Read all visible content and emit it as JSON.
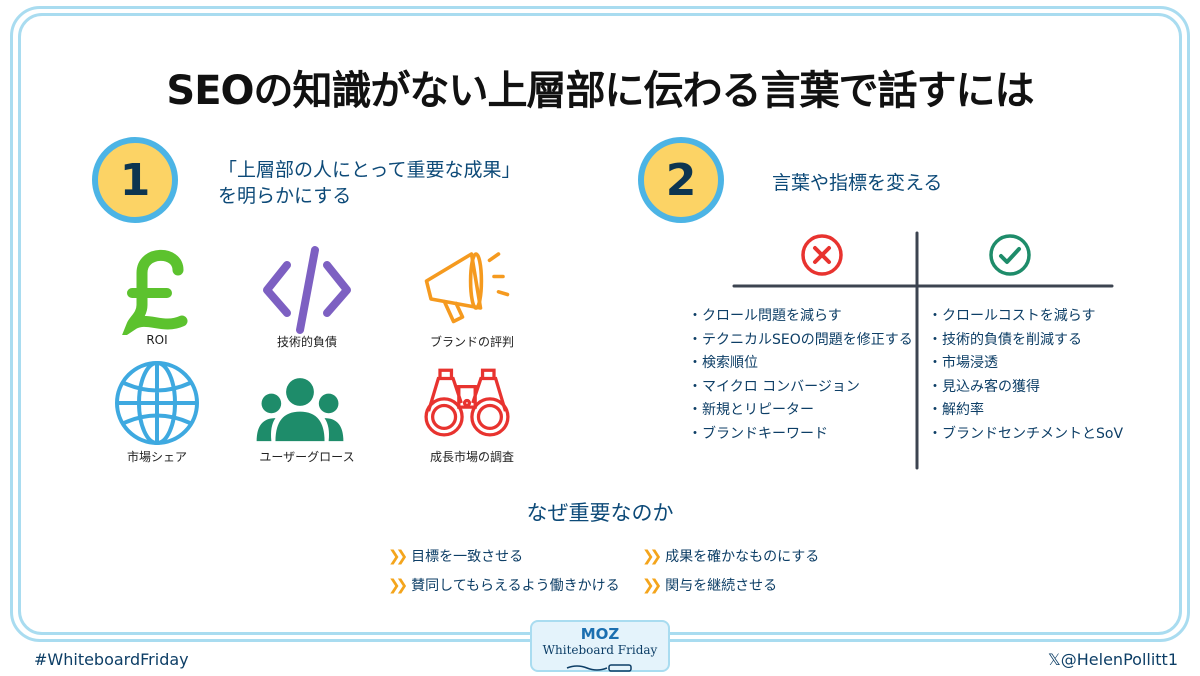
{
  "title": "SEOの知識がない上層部に伝わる言葉で話すには",
  "section1": {
    "number": "1",
    "heading_line1": "「上層部の人にとって重要な成果」",
    "heading_line2": "を明らかにする",
    "items": [
      {
        "label": "ROI",
        "icon": "pound-icon",
        "color": "#5cc22e"
      },
      {
        "label": "技術的負債",
        "icon": "code-icon",
        "color": "#7d60c2"
      },
      {
        "label": "ブランドの評判",
        "icon": "megaphone-icon",
        "color": "#f59a1f"
      },
      {
        "label": "市場シェア",
        "icon": "globe-icon",
        "color": "#3ea9e0"
      },
      {
        "label": "ユーザーグロース",
        "icon": "users-icon",
        "color": "#1e8c6a"
      },
      {
        "label": "成長市場の調査",
        "icon": "binoculars-icon",
        "color": "#e8332f"
      }
    ]
  },
  "section2": {
    "number": "2",
    "heading": "言葉や指標を変える",
    "bad": [
      "・クロール問題を減らす",
      "・テクニカルSEOの問題を修正する",
      "・検索順位",
      "・マイクロ コンバージョン",
      "・新規とリピーター",
      "・ブランドキーワード"
    ],
    "good": [
      "・クロールコストを減らす",
      "・技術的負債を削減する",
      "・市場浸透",
      "・見込み客の獲得",
      "・解約率",
      "・ブランドセンチメントとSoV"
    ]
  },
  "why": {
    "heading": "なぜ重要なのか",
    "items": [
      "目標を一致させる",
      "賛同してもらえるよう働きかける",
      "成果を確かなものにする",
      "関与を継続させる"
    ]
  },
  "footer": {
    "hashtag": "#WhiteboardFriday",
    "handle": "𝕏@HelenPollitt1",
    "badge_brand": "MOZ",
    "badge_title": "Whiteboard Friday"
  }
}
